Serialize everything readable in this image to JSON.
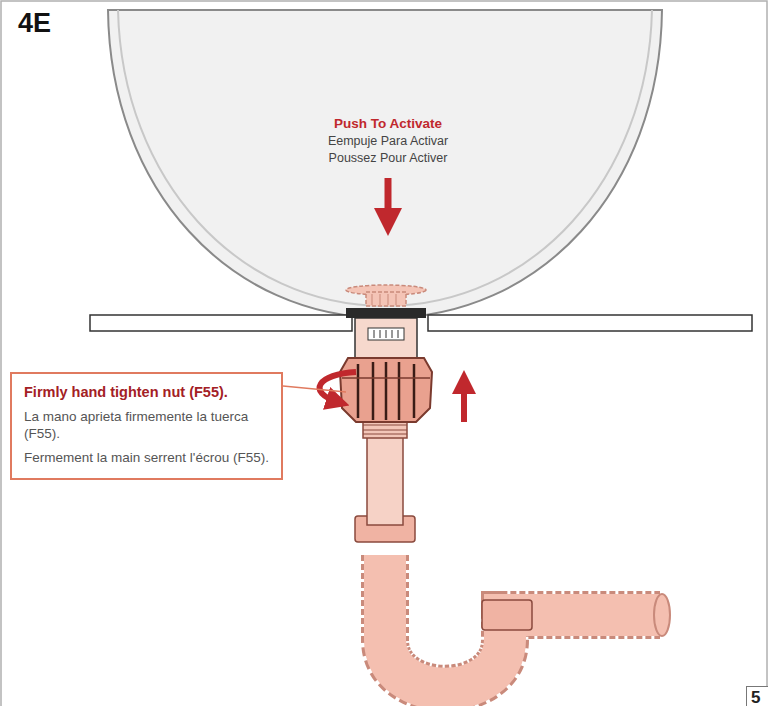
{
  "diagram": {
    "nodes": [
      {
        "text": [
          "Firmly hand tighten nut (F55).",
          "La mano aprieta firmemente la tuerca (F55).",
          "Fermement la main serrent l'écrou (F55)."
        ]
      },
      {
        "text": [
          "5"
        ]
      }
    ],
    "labels": [
      "4E",
      "Push To Activate",
      "Eempuje Para Activar",
      "Poussez Pour Activer"
    ]
  }
}
